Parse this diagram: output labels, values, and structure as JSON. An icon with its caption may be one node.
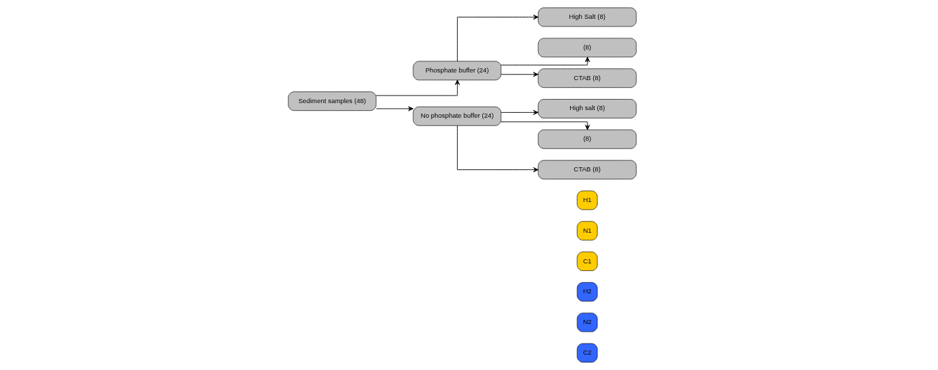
{
  "diagram": {
    "nodes": [
      {
        "text": [
          "Sediment samples (48)"
        ]
      },
      {
        "text": [
          "Phosphate buffer (24)"
        ]
      },
      {
        "text": [
          "No phosphate buffer (24)"
        ]
      },
      {
        "text": [
          "High Salt (8)"
        ]
      },
      {
        "text": [
          "(8)"
        ]
      },
      {
        "text": [
          "CTAB (8)"
        ]
      },
      {
        "text": [
          "High salt (8)"
        ]
      },
      {
        "text": [
          "(8)"
        ]
      },
      {
        "text": [
          "CTAB (8)"
        ]
      },
      {
        "text": [
          "H1"
        ]
      },
      {
        "text": [
          "N1"
        ]
      },
      {
        "text": [
          "C1"
        ]
      },
      {
        "text": [
          "H2"
        ]
      },
      {
        "text": [
          "N2"
        ]
      },
      {
        "text": [
          "C2"
        ]
      }
    ],
    "edges": [
      {
        "from": 0,
        "to": 1,
        "arrow": "to"
      },
      {
        "from": 0,
        "to": 2,
        "arrow": "to"
      },
      {
        "from": 1,
        "to": 3,
        "arrow": "to"
      },
      {
        "from": 1,
        "to": 4,
        "arrow": "to"
      },
      {
        "from": 1,
        "to": 5,
        "arrow": "to"
      },
      {
        "from": 2,
        "to": 6,
        "arrow": "to"
      },
      {
        "from": 2,
        "to": 7,
        "arrow": "to"
      },
      {
        "from": 2,
        "to": 8,
        "arrow": "to"
      }
    ]
  }
}
